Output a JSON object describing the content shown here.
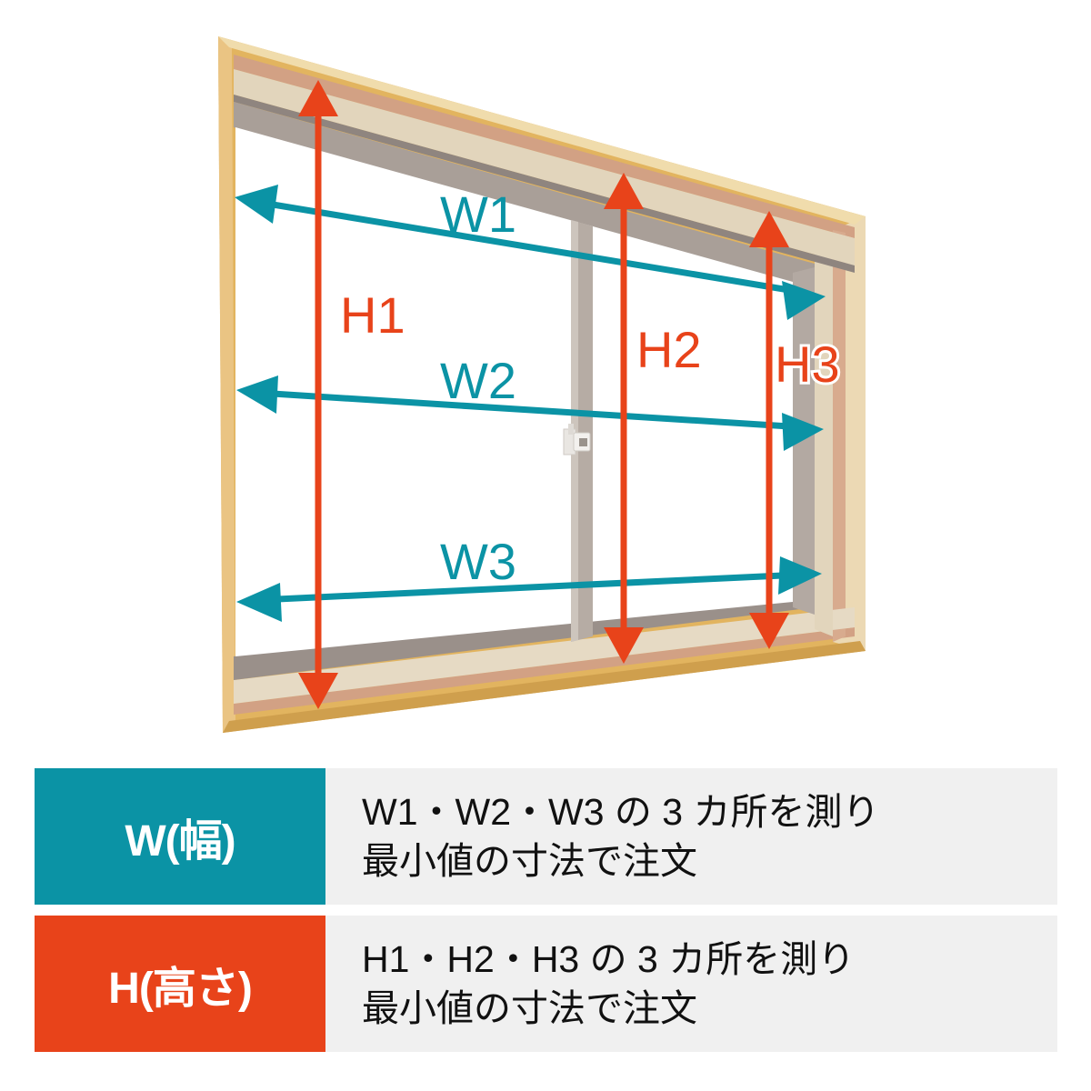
{
  "diagram": {
    "title_alt": "window measurement diagram",
    "colors": {
      "width_accent": "#0b93a5",
      "height_accent": "#e8431a",
      "frame_outer": "#e0b05e",
      "frame_outer_light": "#efd9a8",
      "frame_band_salmon": "#d2a184",
      "frame_band_cream": "#e2d5bc",
      "frame_band_grey": "#948a84",
      "sash_grey": "#b8aea6",
      "glass": "#ffffff",
      "legend_panel_bg": "#f0f0f0"
    },
    "width_labels": [
      {
        "id": "W1",
        "text": "W1"
      },
      {
        "id": "W2",
        "text": "W2"
      },
      {
        "id": "W3",
        "text": "W3"
      }
    ],
    "height_labels": [
      {
        "id": "H1",
        "text": "H1"
      },
      {
        "id": "H2",
        "text": "H2"
      },
      {
        "id": "H3",
        "text": "H3"
      }
    ]
  },
  "legend": {
    "rows": [
      {
        "key": "W(幅)",
        "key_id": "width",
        "line1": "W1・W2・W3 の 3 カ所を測り",
        "line2": "最小値の寸法で注文"
      },
      {
        "key": "H(高さ)",
        "key_id": "height",
        "line1": "H1・H2・H3 の 3 カ所を測り",
        "line2": "最小値の寸法で注文"
      }
    ]
  }
}
